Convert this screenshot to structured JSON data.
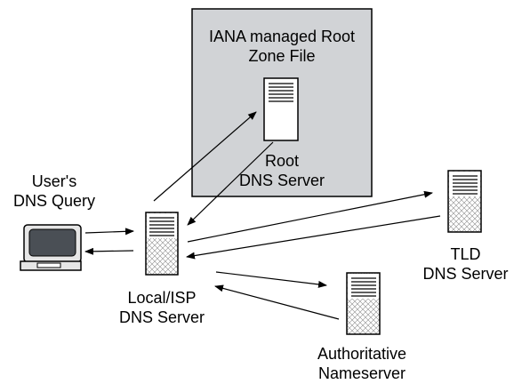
{
  "root_zone": {
    "title_line1": "IANA managed Root",
    "title_line2": "Zone File",
    "fill_color": "#d1d3d6"
  },
  "nodes": {
    "user": {
      "label_line1": "User's",
      "label_line2": "DNS Query",
      "icon": "computer-icon"
    },
    "local": {
      "label_line1": "Local/ISP",
      "label_line2": "DNS Server",
      "icon": "server-icon"
    },
    "root": {
      "label_line1": "Root",
      "label_line2": "DNS Server",
      "icon": "server-icon"
    },
    "tld": {
      "label_line1": "TLD",
      "label_line2": "DNS Server",
      "icon": "server-icon"
    },
    "authoritative": {
      "label_line1": "Authoritative",
      "label_line2": "Nameserver",
      "icon": "server-icon"
    }
  },
  "edges": [
    {
      "from": "user",
      "to": "local"
    },
    {
      "from": "local",
      "to": "user"
    },
    {
      "from": "local",
      "to": "root"
    },
    {
      "from": "root",
      "to": "local"
    },
    {
      "from": "local",
      "to": "tld"
    },
    {
      "from": "tld",
      "to": "local"
    },
    {
      "from": "local",
      "to": "authoritative"
    },
    {
      "from": "authoritative",
      "to": "local"
    }
  ]
}
